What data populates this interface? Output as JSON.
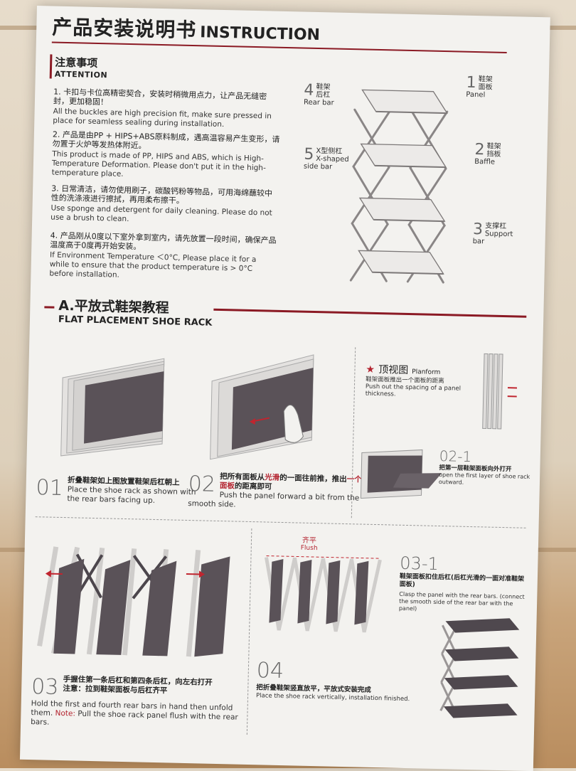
{
  "header": {
    "title_cn": "产品安装说明书",
    "title_en": "INSTRUCTION"
  },
  "attention": {
    "title_cn": "注意事项",
    "title_en": "ATTENTION",
    "items": [
      {
        "num": "1.",
        "cn": "卡扣与卡位高精密契合，安装时稍微用点力，让产品无缝密封，更加稳固！",
        "en": "All the buckles are high precision fit, make sure pressed in place for seamless sealing during installation."
      },
      {
        "num": "2.",
        "cn": "产品是由PP + HIPS+ABS原料制成，遇高温容易产生变形，请勿置于火炉等发热体附近。",
        "en": "This product is made of PP, HIPS and ABS, which is High-Temperature Deformation. Please don't put it in the high-temperature place."
      },
      {
        "num": "3.",
        "cn": "日常清洁，请勿使用刷子，碳酸钙粉等物品，可用海绵蘸较中性的洗涤液进行擦拭，再用柔布擦干。",
        "en": "Use sponge and detergent for daily cleaning. Please do not use a brush to clean."
      },
      {
        "num": "4.",
        "cn": "产品刚从0度以下室外拿到室内，请先放置一段时间，确保产品温度高于0度再开始安装。",
        "en": "If Environment Temperature ＜0°C, Please place it for a while to ensure that the product temperature is > 0°C before installation."
      }
    ]
  },
  "parts": [
    {
      "num": "1",
      "cn": "鞋架面板",
      "en": "Panel"
    },
    {
      "num": "2",
      "cn": "鞋架挡板",
      "en": "Baffle"
    },
    {
      "num": "3",
      "cn": "支撑杠",
      "en": "Support bar"
    },
    {
      "num": "4",
      "cn": "鞋架后杠",
      "en": "Rear bar"
    },
    {
      "num": "5",
      "cn": "X型侧杠",
      "en": "X-shaped side bar"
    }
  ],
  "sectionA": {
    "title_cn": "A.平放式鞋架教程",
    "title_en": "FLAT PLACEMENT SHOE RACK"
  },
  "steps": {
    "s01": {
      "num": "01",
      "cn": "折叠鞋架如上图放置鞋架后杠朝上",
      "en": "Place the shoe rack as shown with the rear bars facing up."
    },
    "s02": {
      "num": "02",
      "cn_a": "把所有面板从",
      "cn_b": "光滑",
      "cn_c": "的一面往前推，推出",
      "cn_d": "一个面板",
      "cn_e": "的距离即可",
      "en": "Push the panel forward a bit from the smooth side."
    },
    "planform": {
      "title_cn": "顶视图",
      "title_en": "Planform",
      "cn": "鞋架面板推出一个面板的距离",
      "en": "Push out the spacing of a panel thickness."
    },
    "s021": {
      "num": "02-1",
      "cn": "把第一层鞋架面板向外打开",
      "en": "open the first layer of shoe rack outward."
    },
    "s03": {
      "num": "03",
      "cn1": "手握住第一条后杠和第四条后杠，向左右打开",
      "cn2": "注意：拉到鞋架面板与后杠齐平",
      "en_a": "Hold the first and fourth rear bars in hand then unfold them.",
      "note": "Note:",
      "en_b": "Pull the shoe rack panel flush with the rear bars."
    },
    "flush": {
      "cn": "齐平",
      "en": "Flush"
    },
    "s031": {
      "num": "03-1",
      "cn": "鞋架面板扣住后杠(后杠光滑的一面对准鞋架面板)",
      "en": "Clasp the panel with the rear bars. (connect the smooth side of the rear bar with the panel)"
    },
    "s04": {
      "num": "04",
      "cn": "把折叠鞋架竖直放平，平放式安装完成",
      "en": "Place the shoe rack vertically, installation finished."
    }
  },
  "colors": {
    "accent": "#8b1a24",
    "panel": "#5a5258",
    "frame": "#d8d6d4"
  }
}
